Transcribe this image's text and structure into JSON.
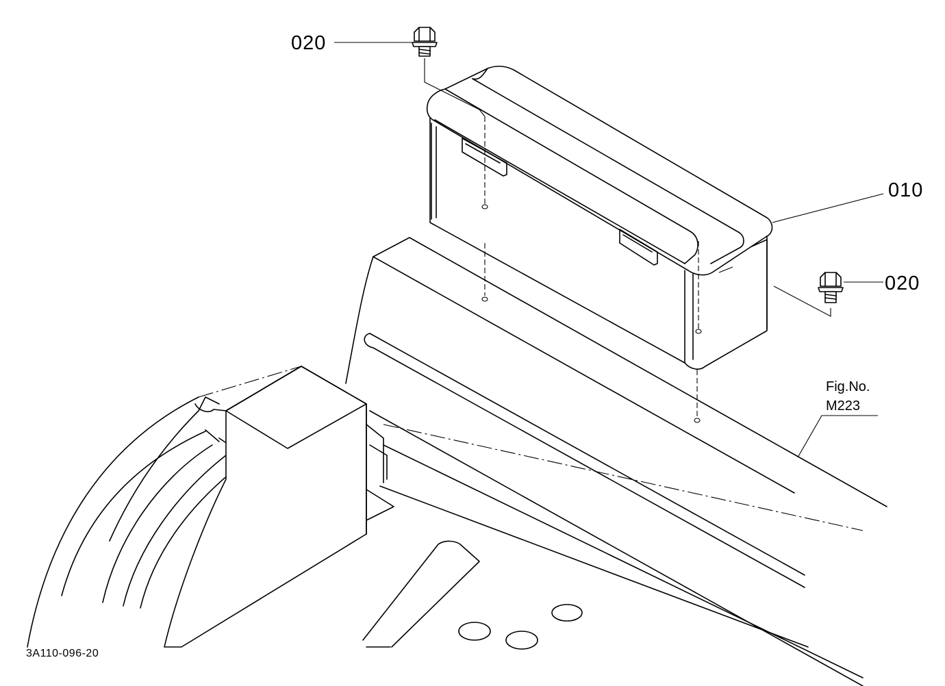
{
  "diagram": {
    "callouts": {
      "bolt_top": "020",
      "toolbox": "010",
      "bolt_right": "020"
    },
    "fig_ref": {
      "line1": "Fig.No.",
      "line2": "M223"
    },
    "drawing_number": "3A110-096-20"
  }
}
